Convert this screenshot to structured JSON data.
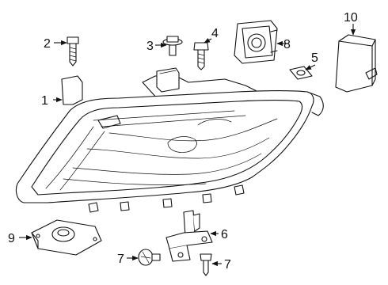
{
  "callouts": {
    "c1": "1",
    "c2": "2",
    "c3": "3",
    "c4": "4",
    "c5": "5",
    "c6": "6",
    "c7a": "7",
    "c7b": "7",
    "c8": "8",
    "c9": "9",
    "c10": "10"
  }
}
